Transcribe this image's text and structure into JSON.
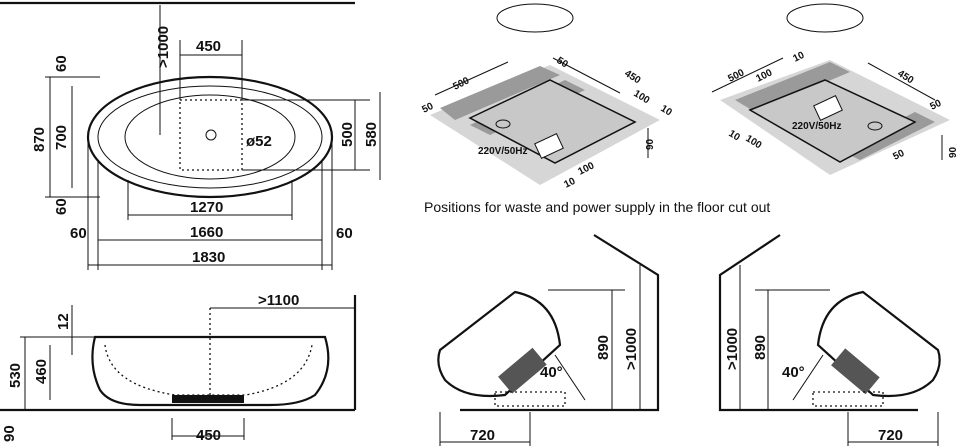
{
  "top_view": {
    "min_clearance_top": ">1000",
    "drain_zone_width": "450",
    "rim_top": "60",
    "overall_width": "870",
    "inner_width": "700",
    "rim_bottom": "60",
    "drain_diameter": "ø52",
    "drain_zone_depth": "500",
    "drain_zone_outer": "580",
    "inner_length_bottom": "1270",
    "inner_length": "1660",
    "overall_length": "1830",
    "rim_left": "60",
    "rim_right": "60"
  },
  "side_view": {
    "wall_clearance": ">1100",
    "rim_thickness": "12",
    "total_height": "530",
    "inner_depth": "460",
    "floor_height": "90",
    "base_width": "450"
  },
  "cutout_1": {
    "length": "500",
    "edge_a": "50",
    "width": "450",
    "edge_b": "50",
    "socket_offset": "100",
    "socket_gap": "10",
    "depth": "90",
    "power_label": "220V/50Hz",
    "socket_offset_front": "100",
    "socket_gap_front": "10"
  },
  "cutout_2": {
    "length": "500",
    "socket_gap": "10",
    "socket_offset": "100",
    "width": "450",
    "edge_a": "50",
    "socket_gap_front": "10",
    "socket_offset_front": "100",
    "power_label": "220V/50Hz",
    "edge_b": "50",
    "depth": "90"
  },
  "caption": "Positions for waste and power supply in the floor cut out",
  "tilt_left": {
    "height": "890",
    "clearance": ">1000",
    "angle": "40°",
    "distance": "720"
  },
  "tilt_right": {
    "height": "890",
    "clearance": ">1000",
    "angle": "40°",
    "distance": "720"
  }
}
